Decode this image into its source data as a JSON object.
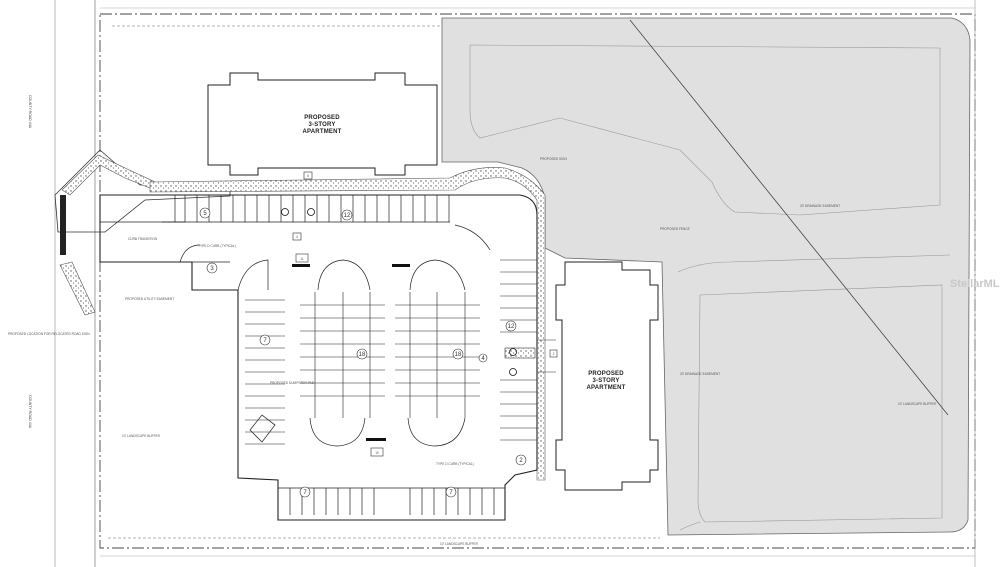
{
  "buildings": [
    {
      "lines": [
        "PROPOSED",
        "3-STORY",
        "APARTMENT"
      ]
    },
    {
      "lines": [
        "PROPOSED",
        "3-STORY",
        "APARTMENT"
      ]
    }
  ],
  "roads": [
    "COUNTY ROAD 44A",
    "COUNTY ROAD 44A"
  ],
  "parking_counts": [
    "5",
    "12",
    "3",
    "7",
    "18",
    "18",
    "12",
    "4",
    "7",
    "7",
    "2"
  ],
  "markers": [
    "11",
    "10",
    "5",
    "4",
    "2"
  ],
  "notes": [
    "PROPOSED SIGN",
    "PROPOSED UTILITY EASEMENT",
    "PROPOSED DUMPSTER PAD",
    "10' LANDSCAPE BUFFER",
    "10' LANDSCAPE BUFFER",
    "10' LANDSCAPE BUFFER",
    "PROPOSED LOCATION FOR RELOCATED ROAD SIGN",
    "PROPOSED FENCE",
    "CURB TRANSITION",
    "TYPE D CURB (TYPICAL)",
    "TYPE D CURB (TYPICAL)",
    "20' DRAINAGE EASEMENT",
    "20' DRAINAGE EASEMENT"
  ],
  "watermark": "StellarMLS",
  "colors": {
    "pond": "#e0e0e0",
    "line": "#2b2b2b",
    "hatch": "#9a9a9a"
  }
}
